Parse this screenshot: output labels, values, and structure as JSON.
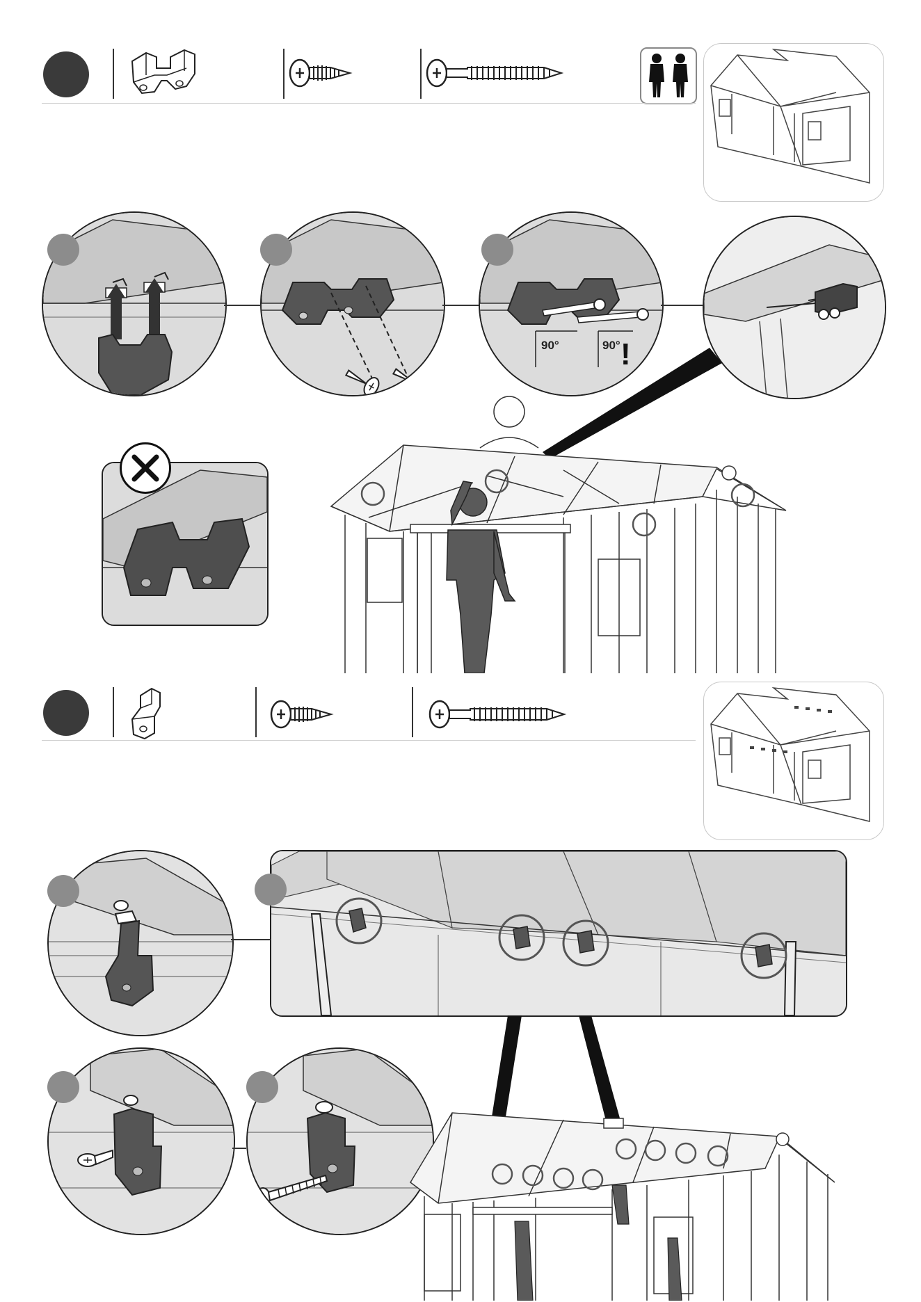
{
  "document": {
    "type": "assembly-instructions",
    "steps": [
      {
        "id": "step-a",
        "parts": [
          "double-bracket",
          "short-screw",
          "long-screw"
        ],
        "people_required": 2,
        "sub_steps": 3,
        "angle_labels": [
          "90°",
          "90°"
        ],
        "warning_mark": "!",
        "wrong_mark": "✕"
      },
      {
        "id": "step-b",
        "parts": [
          "single-bracket",
          "short-screw",
          "long-screw"
        ],
        "sub_steps": 4
      }
    ]
  },
  "colors": {
    "badge": "#3a3a3a",
    "sub_badge": "#8c8c8c",
    "panel": "#e8e8e8",
    "bracket": "#4a4a4a",
    "person": "#5a5a5a"
  }
}
